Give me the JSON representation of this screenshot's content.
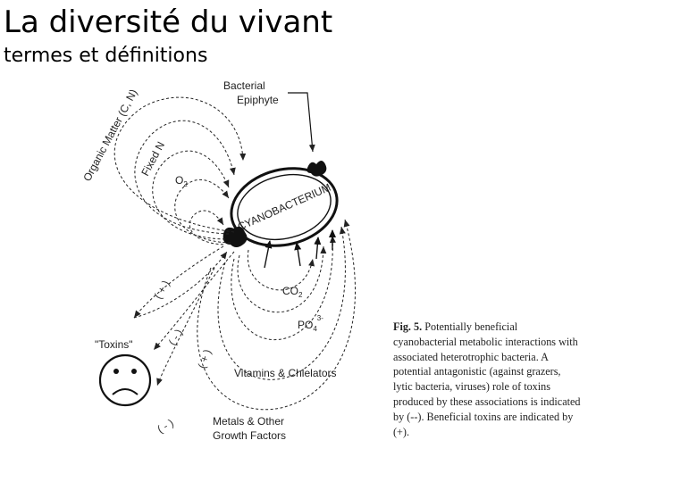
{
  "header": {
    "title": "La diversité du vivant",
    "subtitle": "termes et définitions"
  },
  "diagram": {
    "center_label": "CYANOBACTERIUM",
    "bacterial_epiphyte": [
      "Bacterial",
      "Epiphyte"
    ],
    "organic_matter": "Organic Matter (C, N)",
    "fixed_n": "Fixed N",
    "o2": "O",
    "o2_sub": "2",
    "co2": "CO",
    "co2_sub": "2",
    "po4": "PO",
    "po4_sub": "4",
    "po4_sup": "3-",
    "vitamins": "Vitamins & Chlelators",
    "metals": [
      "Metals & Other",
      "Growth Factors"
    ],
    "toxins": "\"Toxins\"",
    "sign_plus": "( + )",
    "sign_minus": "( - )"
  },
  "caption": {
    "fig_label": "Fig. 5.",
    "text": "Potentially beneficial cyanobacterial metabolic interactions with associated heterotrophic bacteria. A potential antagonistic (against grazers, lytic bacteria, viruses) role of toxins produced by these associations is indicated by (--). Beneficial toxins are indicated by (+)."
  }
}
